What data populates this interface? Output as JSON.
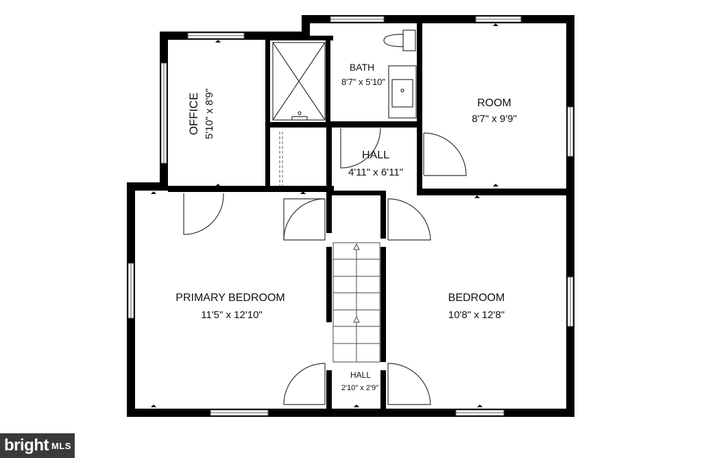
{
  "rooms": {
    "office": {
      "name": "OFFICE",
      "dims": "5'10\" x 8'9\""
    },
    "bath": {
      "name": "BATH",
      "dims": "8'7\" x 5'10\""
    },
    "room": {
      "name": "ROOM",
      "dims": "8'7\" x 9'9\""
    },
    "hall_upper": {
      "name": "HALL",
      "dims": "4'11\" x 6'11\""
    },
    "primary_bedroom": {
      "name": "PRIMARY BEDROOM",
      "dims": "11'5\" x 12'10\""
    },
    "bedroom": {
      "name": "BEDROOM",
      "dims": "10'8\" x 12'8\""
    },
    "hall_lower": {
      "name": "HALL",
      "dims": "2'10\" x 2'9\""
    }
  },
  "watermark": {
    "brand": "bright",
    "sub": "MLS"
  },
  "colors": {
    "wall": "#000000",
    "background": "#ffffff",
    "watermark_bg": "#3a3a3a"
  }
}
